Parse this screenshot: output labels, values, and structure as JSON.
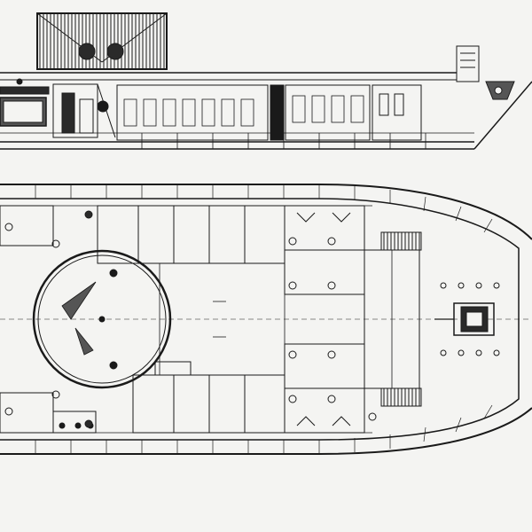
{
  "drawing": {
    "subject": "ship-plan",
    "views": [
      "side-elevation",
      "deck-plan"
    ],
    "colors": {
      "paper": "#f4f4f2",
      "ink": "#1a1a1a",
      "fill_dark": "#2a2a2a",
      "fill_mid": "#555555",
      "hatch": "#888888"
    }
  }
}
